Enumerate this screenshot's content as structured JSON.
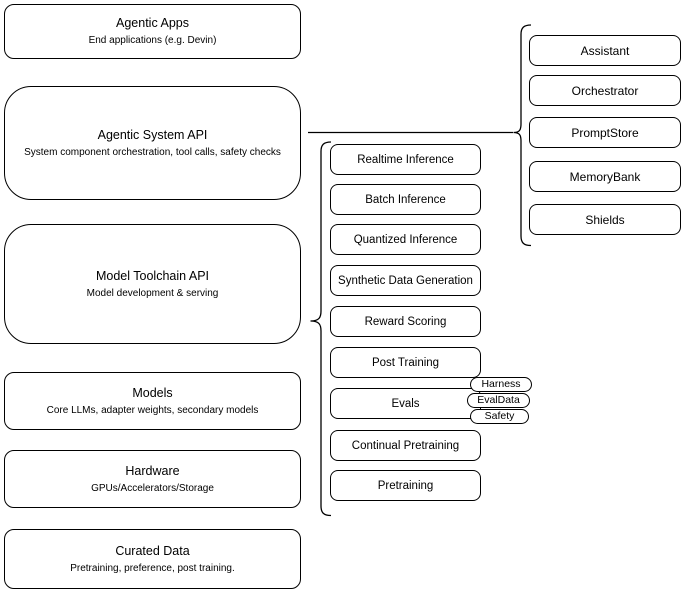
{
  "left_stack": [
    {
      "title": "Agentic Apps",
      "subtitle": "End applications (e.g. Devin)"
    },
    {
      "title": "Agentic System API",
      "subtitle": "System component orchestration, tool calls, safety checks"
    },
    {
      "title": "Model Toolchain API",
      "subtitle": "Model development & serving"
    },
    {
      "title": "Models",
      "subtitle": "Core LLMs, adapter weights, secondary models"
    },
    {
      "title": "Hardware",
      "subtitle": "GPUs/Accelerators/Storage"
    },
    {
      "title": "Curated Data",
      "subtitle": "Pretraining, preference, post training."
    }
  ],
  "toolchain_services": [
    "Realtime Inference",
    "Batch Inference",
    "Quantized Inference",
    "Synthetic Data Generation",
    "Reward Scoring",
    "Post Training",
    "Evals",
    "Continual Pretraining",
    "Pretraining"
  ],
  "eval_components": [
    "Harness",
    "EvalData",
    "Safety"
  ],
  "system_components": [
    "Assistant",
    "Orchestrator",
    "PromptStore",
    "MemoryBank",
    "Shields"
  ],
  "colors": {
    "node_fill": "#ffffff",
    "node_border": "#000000",
    "text": "#000000",
    "background": "#ffffff"
  }
}
